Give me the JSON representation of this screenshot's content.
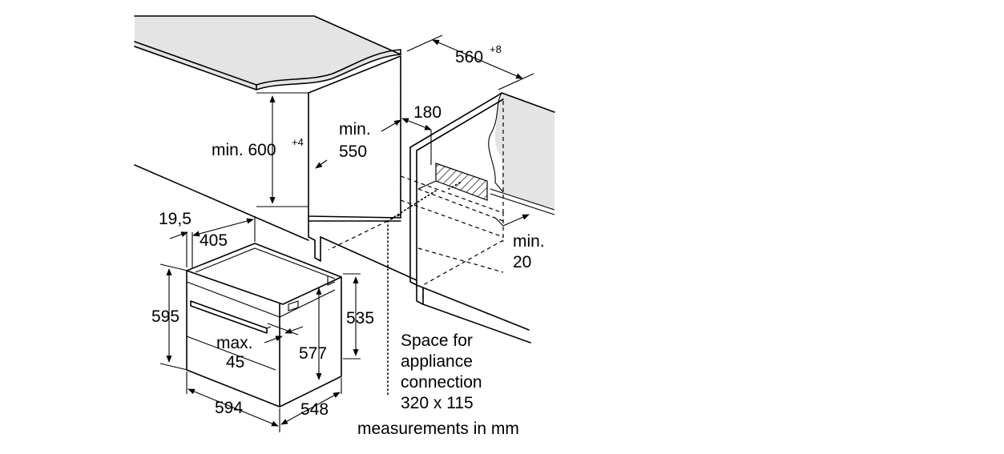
{
  "labels": {
    "cabinet_width": "560",
    "cabinet_width_tol": "+8",
    "niche_height": "min. 600",
    "niche_height_tol": "+4",
    "niche_depth_line1": "min.",
    "niche_depth_line2": "550",
    "rear_gap": "180",
    "side_gap_line1": "min.",
    "side_gap_line2": "20",
    "panel_thickness": "19,5",
    "panel_depth": "405",
    "oven_height": "595",
    "oven_body_height": "535",
    "inner_height": "577",
    "handle_line1": "max.",
    "handle_line2": "45",
    "oven_width": "594",
    "oven_depth": "548",
    "connection_lines": [
      "Space for",
      "appliance",
      "connection",
      "320 x 115"
    ],
    "units_note": "measurements in mm"
  },
  "colors": {
    "line": "#000000",
    "shade": "#e4e4e4",
    "background": "#ffffff"
  }
}
